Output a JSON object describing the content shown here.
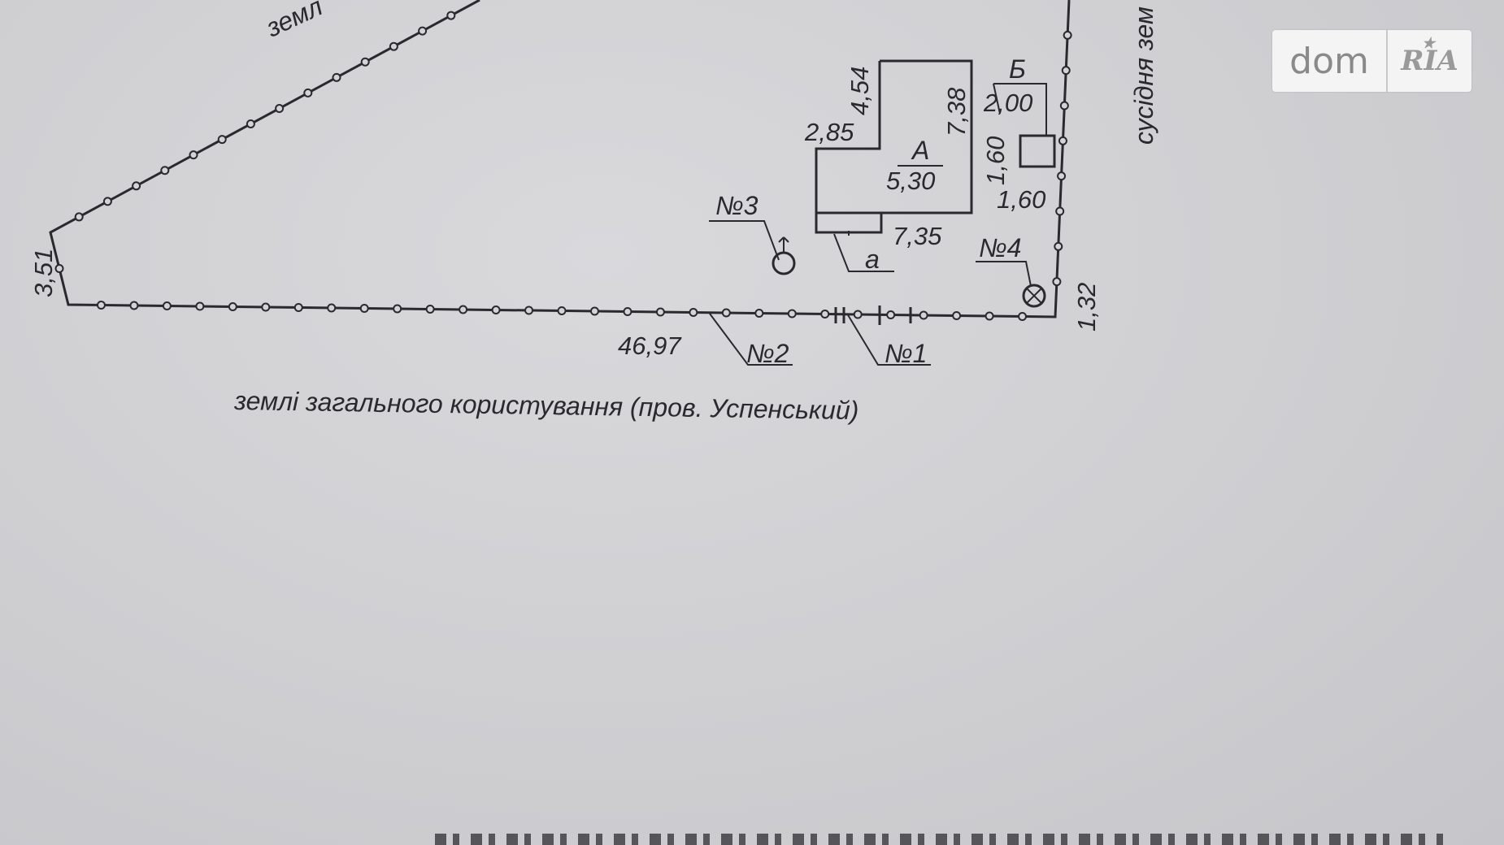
{
  "labels": {
    "top_land_partial": "земл",
    "neighbor_land_partial": "сусідня зем",
    "public_land": "землі загального користування (пров. Успенський)",
    "building_a": "А",
    "building_b": "Б",
    "porch_a": "а",
    "point_1": "№1",
    "point_2": "№2",
    "point_3": "№3",
    "point_4": "№4"
  },
  "dimensions": {
    "west_side": "3,51",
    "south_side": "46,97",
    "east_bottom": "1,32",
    "a_height_left": "4,54",
    "a_width_top_left": "2,85",
    "a_height_right": "7,38",
    "a_inner": "5,30",
    "a_bottom": "7,35",
    "b_width": "2,00",
    "b_height": "1,60",
    "b_gap": "1,60"
  },
  "watermark": {
    "dom": "dom",
    "ria": "RIA",
    "star": "★"
  },
  "colors": {
    "background": "#cfcfd2",
    "ink": "#2a2a2e"
  }
}
